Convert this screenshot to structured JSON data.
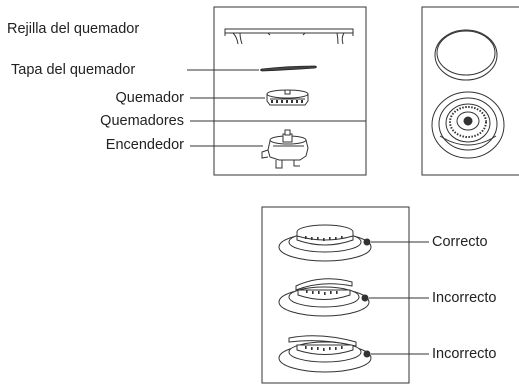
{
  "top_labels": {
    "rejilla": "Rejilla del quemador",
    "tapa": "Tapa del quemador",
    "quemador": "Quemador",
    "quemadores": "Quemadores",
    "encendedor": "Encendedor"
  },
  "bottom_labels": {
    "correcto": "Correcto",
    "incorrecto_1": "Incorrecto",
    "incorrecto_2": "Incorrecto"
  }
}
